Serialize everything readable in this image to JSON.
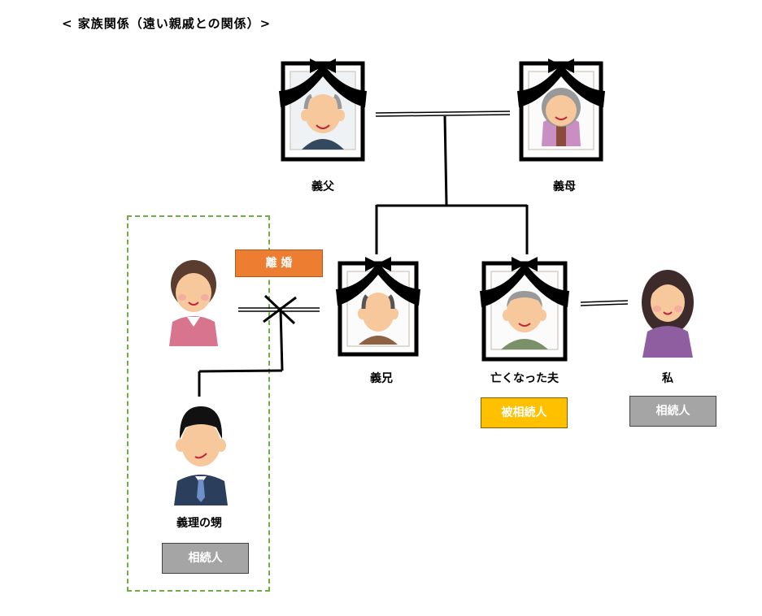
{
  "title": "< 家族関係（遠い親戚との関係）>",
  "people": {
    "father_in_law": {
      "label": "義父",
      "deceased": true
    },
    "mother_in_law": {
      "label": "義母",
      "deceased": true
    },
    "ex_wife_of_brother": {
      "label": "",
      "deceased": false
    },
    "brother_in_law": {
      "label": "義兄",
      "deceased": true
    },
    "late_husband": {
      "label": "亡くなった夫",
      "deceased": true
    },
    "me": {
      "label": "私",
      "deceased": false
    },
    "nephew_in_law": {
      "label": "義理の甥",
      "deceased": false
    }
  },
  "badges": {
    "divorce": "離 婚",
    "decedent": "被相続人",
    "heir_me": "相続人",
    "heir_nephew": "相続人"
  },
  "colors": {
    "divorce": "#ed7d31",
    "decedent": "#ffc000",
    "heir": "#a5a5a5",
    "group_border": "#70ad47"
  }
}
